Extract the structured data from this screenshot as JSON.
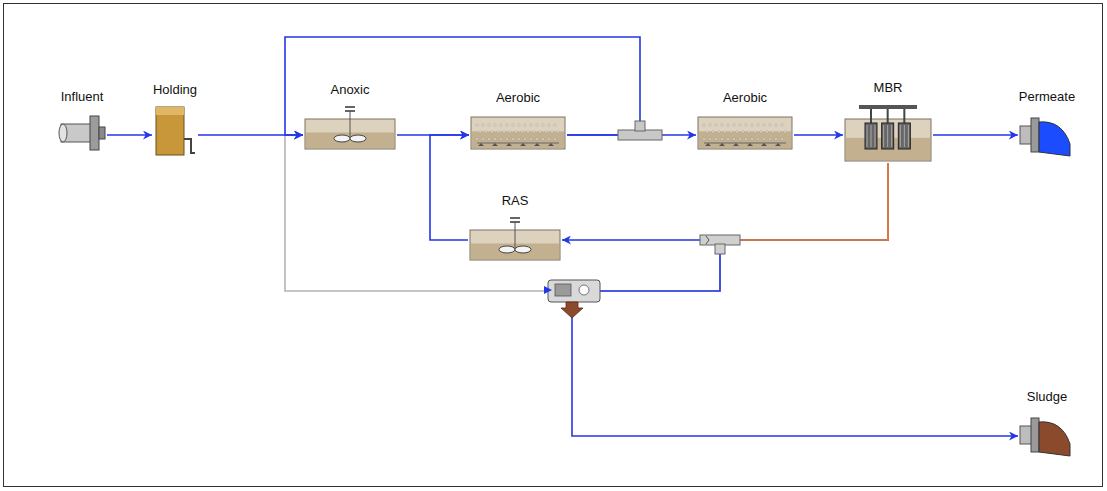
{
  "diagram": {
    "nodes": [
      {
        "text": [
          "Influent"
        ]
      },
      {
        "text": [
          "Holding"
        ]
      },
      {
        "text": [
          "Anoxic"
        ]
      },
      {
        "text": [
          "Aerobic"
        ]
      },
      {
        "text": [
          "Aerobic"
        ]
      },
      {
        "text": [
          "MBR"
        ]
      },
      {
        "text": [
          "Permeate"
        ]
      },
      {
        "text": [
          "RAS"
        ]
      },
      {
        "text": [
          "Sludge"
        ]
      }
    ],
    "edges": [
      {
        "from": 0,
        "to": 1,
        "arrow": "to"
      },
      {
        "from": 1,
        "to": 2,
        "arrow": "to"
      },
      {
        "from": 2,
        "to": 3,
        "arrow": "to"
      },
      {
        "from": 3,
        "to": 4,
        "arrow": "to"
      },
      {
        "from": 3,
        "to": 2,
        "arrow": "to"
      },
      {
        "from": 4,
        "to": 5,
        "arrow": "to"
      },
      {
        "from": 5,
        "to": 6,
        "arrow": "to"
      },
      {
        "from": 5,
        "to": 7,
        "arrow": "to"
      },
      {
        "from": 7,
        "to": 3,
        "arrow": "to"
      },
      {
        "from": 5,
        "to": 8,
        "arrow": "to"
      },
      {
        "from": 5,
        "to": 2,
        "arrow": "to"
      }
    ]
  }
}
